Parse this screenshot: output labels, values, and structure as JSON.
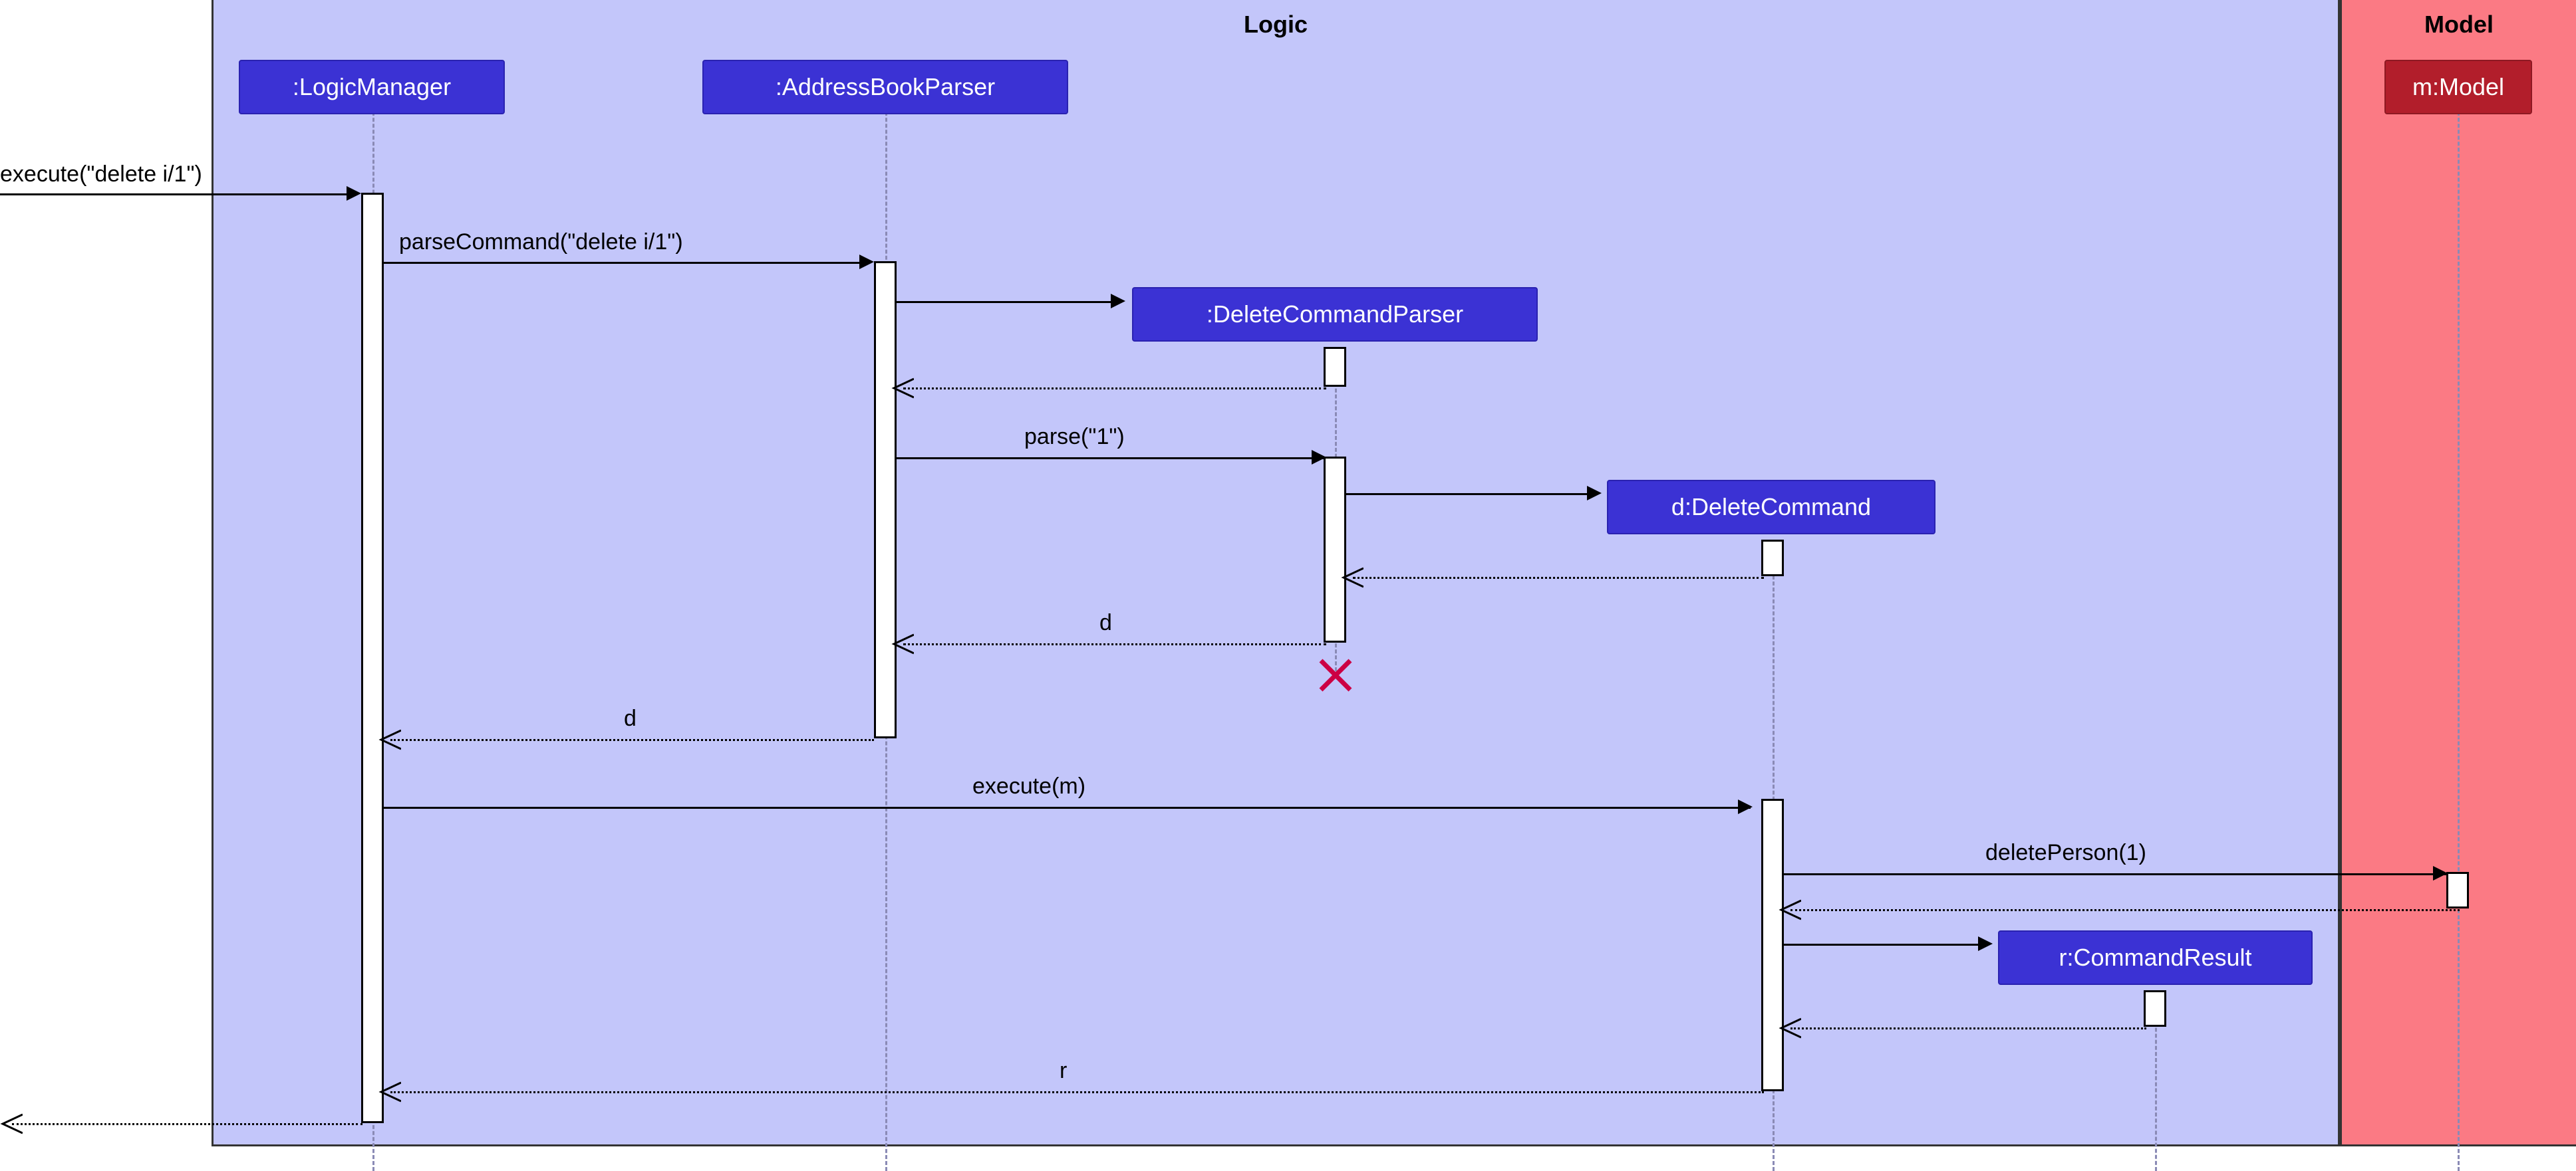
{
  "diagram": {
    "type": "uml-sequence-diagram",
    "frames": [
      {
        "name": "Logic",
        "label": "Logic",
        "color": "#c3c6fa"
      },
      {
        "name": "Model",
        "label": "Model",
        "color": "#fb7a84"
      }
    ],
    "participants": [
      {
        "id": "logicManager",
        "label": ":LogicManager",
        "color": "#3b32d4",
        "frame": "Logic"
      },
      {
        "id": "addressBookParser",
        "label": ":AddressBookParser",
        "color": "#3b32d4",
        "frame": "Logic"
      },
      {
        "id": "deleteCommandParser",
        "label": ":DeleteCommandParser",
        "color": "#3b32d4",
        "frame": "Logic"
      },
      {
        "id": "deleteCommand",
        "label": "d:DeleteCommand",
        "color": "#3b32d4",
        "frame": "Logic"
      },
      {
        "id": "commandResult",
        "label": "r:CommandResult",
        "color": "#3b32d4",
        "frame": "Logic"
      },
      {
        "id": "model",
        "label": "m:Model",
        "color": "#b21e2b",
        "frame": "Model"
      }
    ],
    "messages": [
      {
        "id": "m1",
        "label": "execute(\"delete i/1\")",
        "kind": "call",
        "from": "external",
        "to": "logicManager"
      },
      {
        "id": "m2",
        "label": "parseCommand(\"delete i/1\")",
        "kind": "call",
        "from": "logicManager",
        "to": "addressBookParser"
      },
      {
        "id": "m3",
        "label": "",
        "kind": "create",
        "from": "addressBookParser",
        "to": "deleteCommandParser"
      },
      {
        "id": "m4",
        "label": "",
        "kind": "return",
        "from": "deleteCommandParser",
        "to": "addressBookParser"
      },
      {
        "id": "m5",
        "label": "parse(\"1\")",
        "kind": "call",
        "from": "addressBookParser",
        "to": "deleteCommandParser"
      },
      {
        "id": "m6",
        "label": "",
        "kind": "create",
        "from": "deleteCommandParser",
        "to": "deleteCommand"
      },
      {
        "id": "m7",
        "label": "",
        "kind": "return",
        "from": "deleteCommand",
        "to": "deleteCommandParser"
      },
      {
        "id": "m8",
        "label": "d",
        "kind": "return",
        "from": "deleteCommandParser",
        "to": "addressBookParser"
      },
      {
        "id": "m9",
        "label": "d",
        "kind": "return",
        "from": "addressBookParser",
        "to": "logicManager"
      },
      {
        "id": "m10",
        "label": "execute(m)",
        "kind": "call",
        "from": "logicManager",
        "to": "deleteCommand"
      },
      {
        "id": "m11",
        "label": "deletePerson(1)",
        "kind": "call",
        "from": "deleteCommand",
        "to": "model"
      },
      {
        "id": "m12",
        "label": "",
        "kind": "return",
        "from": "model",
        "to": "deleteCommand"
      },
      {
        "id": "m13",
        "label": "",
        "kind": "create",
        "from": "deleteCommand",
        "to": "commandResult"
      },
      {
        "id": "m14",
        "label": "",
        "kind": "return",
        "from": "commandResult",
        "to": "deleteCommand"
      },
      {
        "id": "m15",
        "label": "r",
        "kind": "return",
        "from": "deleteCommand",
        "to": "logicManager"
      },
      {
        "id": "m16",
        "label": "",
        "kind": "return",
        "from": "logicManager",
        "to": "external"
      }
    ],
    "destroy_markers": [
      {
        "target": "deleteCommandParser",
        "color": "#cc0044"
      }
    ]
  }
}
